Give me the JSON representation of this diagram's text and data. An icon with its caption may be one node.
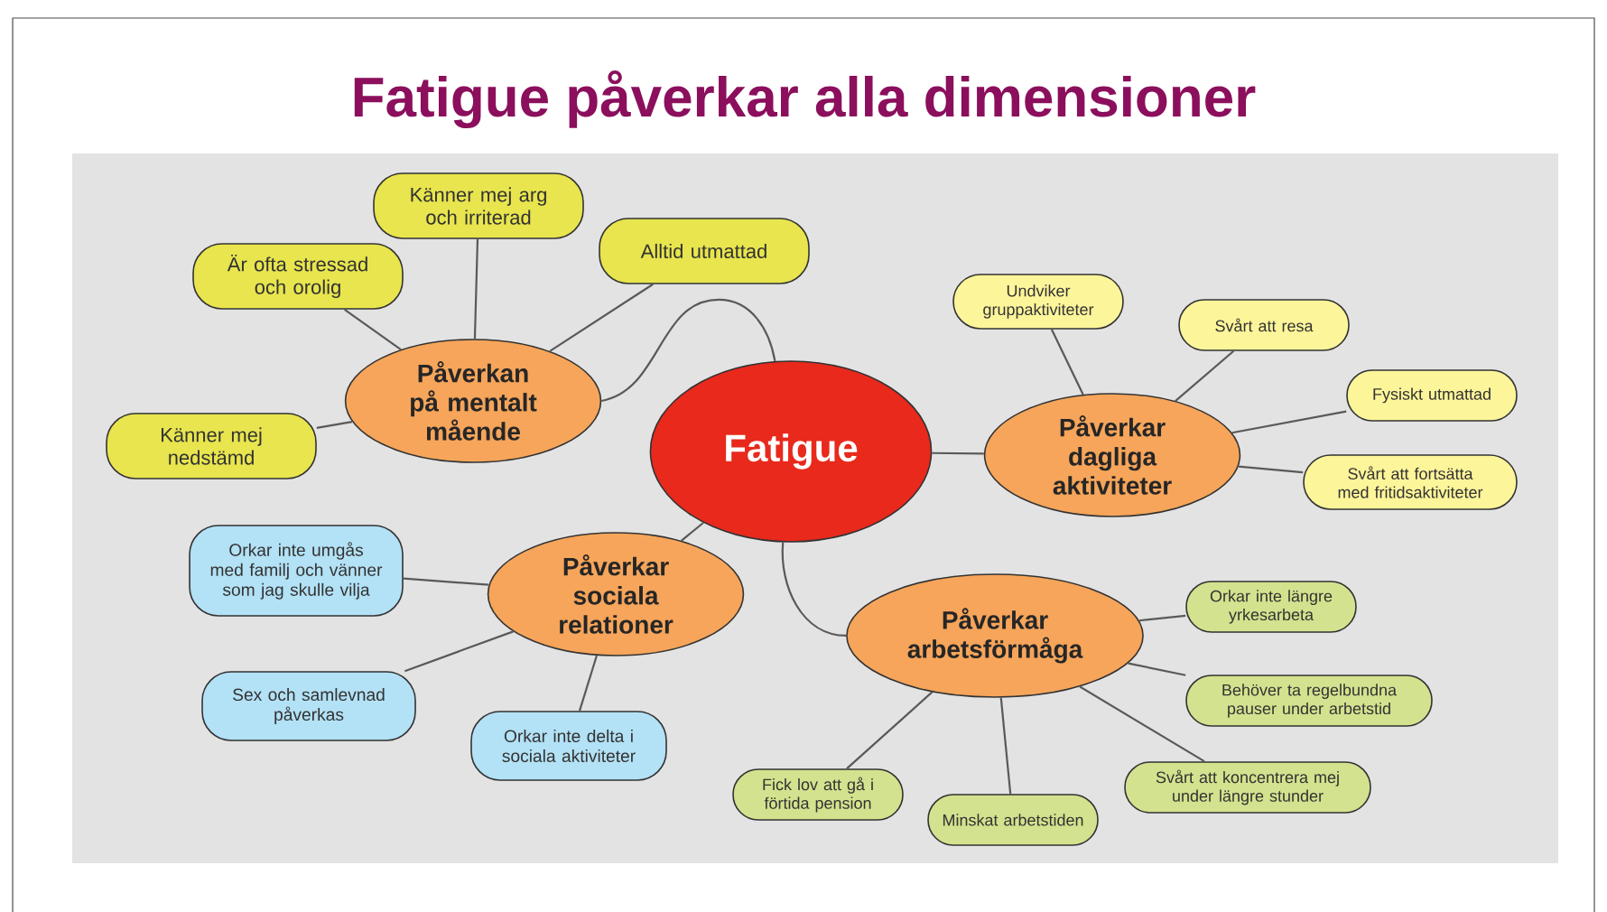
{
  "diagram": {
    "title": "Fatigue påverkar alla dimensioner",
    "nodes": [
      {
        "text": [
          "Fatigue"
        ]
      },
      {
        "text": [
          "Påverkan på mentalt mående"
        ]
      },
      {
        "text": [
          "Känner mej arg och irriterad"
        ]
      },
      {
        "text": [
          "Är ofta stressad och orolig"
        ]
      },
      {
        "text": [
          "Alltid utmattad"
        ]
      },
      {
        "text": [
          "Känner mej nedstämd"
        ]
      },
      {
        "text": [
          "Påverkar dagliga aktiviteter"
        ]
      },
      {
        "text": [
          "Undviker gruppaktiviteter"
        ]
      },
      {
        "text": [
          "Svårt att resa"
        ]
      },
      {
        "text": [
          "Fysiskt utmattad"
        ]
      },
      {
        "text": [
          "Svårt att fortsätta med fritidsaktiviteter"
        ]
      },
      {
        "text": [
          "Påverkar sociala relationer"
        ]
      },
      {
        "text": [
          "Orkar inte umgås med familj och vänner som jag skulle vilja"
        ]
      },
      {
        "text": [
          "Sex och samlevnad påverkas"
        ]
      },
      {
        "text": [
          "Orkar inte delta i sociala aktiviteter"
        ]
      },
      {
        "text": [
          "Påverkar arbetsförmåga"
        ]
      },
      {
        "text": [
          "Orkar inte längre yrkesarbeta"
        ]
      },
      {
        "text": [
          "Behöver ta regelbundna pauser under arbetstid"
        ]
      },
      {
        "text": [
          "Svårt att koncentrera mej under längre stunder"
        ]
      },
      {
        "text": [
          "Fick lov att gå i förtida pension"
        ]
      },
      {
        "text": [
          "Minskat arbetstiden"
        ]
      }
    ],
    "edges": [
      {
        "from": 0,
        "to": 1,
        "arrow": "none"
      },
      {
        "from": 0,
        "to": 6,
        "arrow": "none"
      },
      {
        "from": 0,
        "to": 11,
        "arrow": "none"
      },
      {
        "from": 0,
        "to": 15,
        "arrow": "none"
      },
      {
        "from": 1,
        "to": 2,
        "arrow": "none"
      },
      {
        "from": 1,
        "to": 3,
        "arrow": "none"
      },
      {
        "from": 1,
        "to": 4,
        "arrow": "none"
      },
      {
        "from": 1,
        "to": 5,
        "arrow": "none"
      },
      {
        "from": 6,
        "to": 7,
        "arrow": "none"
      },
      {
        "from": 6,
        "to": 8,
        "arrow": "none"
      },
      {
        "from": 6,
        "to": 9,
        "arrow": "none"
      },
      {
        "from": 6,
        "to": 10,
        "arrow": "none"
      },
      {
        "from": 11,
        "to": 12,
        "arrow": "none"
      },
      {
        "from": 11,
        "to": 13,
        "arrow": "none"
      },
      {
        "from": 11,
        "to": 14,
        "arrow": "none"
      },
      {
        "from": 15,
        "to": 16,
        "arrow": "none"
      },
      {
        "from": 15,
        "to": 17,
        "arrow": "none"
      },
      {
        "from": 15,
        "to": 18,
        "arrow": "none"
      },
      {
        "from": 15,
        "to": 19,
        "arrow": "none"
      },
      {
        "from": 15,
        "to": 20,
        "arrow": "none"
      }
    ]
  }
}
